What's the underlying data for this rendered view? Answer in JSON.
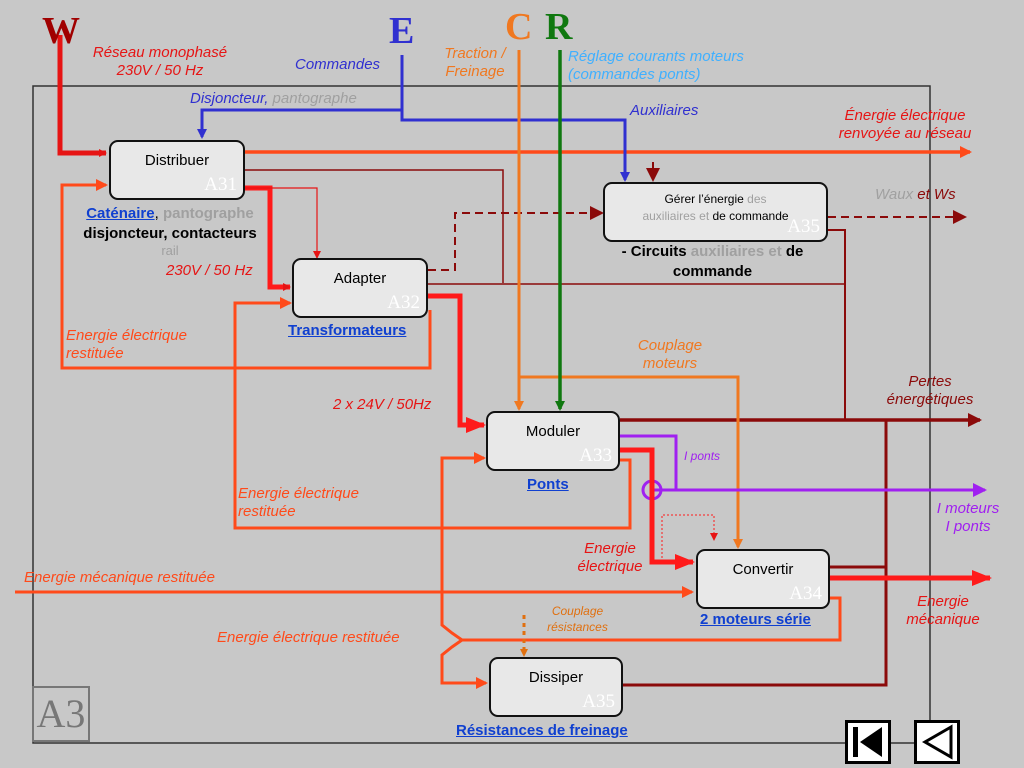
{
  "letters": {
    "w": "W",
    "e": "E",
    "c": "C",
    "r": "R"
  },
  "frame_label": "A3",
  "labels": {
    "reseau_line1": "Réseau monophasé",
    "reseau_line2": "230V / 50 Hz",
    "commandes": "Commandes",
    "disjoncteur": "Disjoncteur,",
    "pantographe": "pantographe",
    "traction_line1": "Traction /",
    "traction_line2": "Freinage",
    "reglage_line1": "Réglage courants moteurs",
    "reglage_line2": "(commandes ponts)",
    "auxiliaires": "Auxiliaires",
    "energie_renvoyee_line1": "Énergie électrique",
    "energie_renvoyee_line2": "renvoyée au réseau",
    "waux": "Waux",
    "et_ws": "et Ws",
    "v230_50": "230V / 50 Hz",
    "energie_restituee1_line1": "Energie électrique",
    "energie_restituee1_line2": "restituée",
    "couplage_moteurs_line1": "Couplage",
    "couplage_moteurs_line2": "moteurs",
    "pertes_line1": "Pertes",
    "pertes_line2": "énergétiques",
    "v2x24": "2 x 24V / 50Hz",
    "i_ponts": "I ponts",
    "energie_restituee2_line1": "Energie électrique",
    "energie_restituee2_line2": "restituée",
    "i_moteurs": "I moteurs",
    "i_ponts2": "I ponts",
    "energie_electrique_line1": "Energie",
    "energie_electrique_line2": "électrique",
    "energie_meca_restituee": "Energie mécanique restituée",
    "energie_meca_line1": "Energie",
    "energie_meca_line2": "mécanique",
    "couplage_res_line1": "Couplage",
    "couplage_res_line2": "résistances",
    "energie_restituee3": "Energie électrique restituée"
  },
  "boxes": {
    "distribuer": {
      "name": "Distribuer",
      "code": "A31"
    },
    "adapter": {
      "name": "Adapter",
      "code": "A32"
    },
    "moduler": {
      "name": "Moduler",
      "code": "A33"
    },
    "convertir": {
      "name": "Convertir",
      "code": "A34"
    },
    "gerer": {
      "name_part1": "Gérer l’énergie",
      "name_part2": "des",
      "name_part3": "auxiliaires et",
      "name_part4": "de commande",
      "code": "A35"
    },
    "dissiper": {
      "name": "Dissiper",
      "code": "A35"
    }
  },
  "mechanisms": {
    "catenaire": "Caténaire",
    "catenaire_comma": ",",
    "pantographe": "pantographe",
    "disjoncteur_contacteurs": "disjoncteur, contacteurs",
    "rail": "rail",
    "transformateurs": "Transformateurs",
    "ponts": "Ponts",
    "moteurs": "2 moteurs série",
    "circuits_part1": "- Circuits",
    "circuits_part2": "auxiliaires et",
    "circuits_part3": "de",
    "circuits_part4": "commande",
    "resistances": "Résistances de freinage"
  },
  "colors": {
    "red": "#e61414",
    "orange_red": "#ff4a1a",
    "dark_red": "#8b0a0a",
    "blue": "#3030d0",
    "orange": "#f07820",
    "green": "#107810",
    "purple": "#a020f0",
    "light_blue": "#40b0ff",
    "gold": "#e07010"
  }
}
